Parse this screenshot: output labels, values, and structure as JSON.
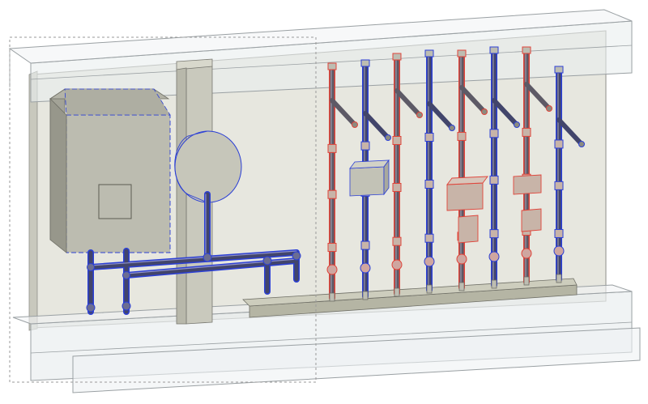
{
  "colors": {
    "background": "#ffffff",
    "wall_face": "#e7e7df",
    "wall_edge": "#8f8f8a",
    "glass": "#e9eeef",
    "glass_edge": "#9aa0a3",
    "box_face": "#bcbcb0",
    "box_side": "#a3a397",
    "box_dark": "#8b8b80",
    "selected_blue": "#2b3fd6",
    "highlight_red": "#e0443a",
    "pipe_body": "#5d5a66",
    "pipe_blue_body": "#42456b",
    "rail": "#b5b5a4",
    "selection_dashes": "#9a9a9a"
  },
  "icons": {
    "panel": "electrical-panel-icon",
    "tank": "cylindrical-tank-icon",
    "valve": "valve-icon"
  },
  "risers": [
    {
      "kind": "red"
    },
    {
      "kind": "blue"
    },
    {
      "kind": "red"
    },
    {
      "kind": "blue"
    },
    {
      "kind": "red"
    },
    {
      "kind": "blue"
    },
    {
      "kind": "red"
    },
    {
      "kind": "blue"
    }
  ]
}
